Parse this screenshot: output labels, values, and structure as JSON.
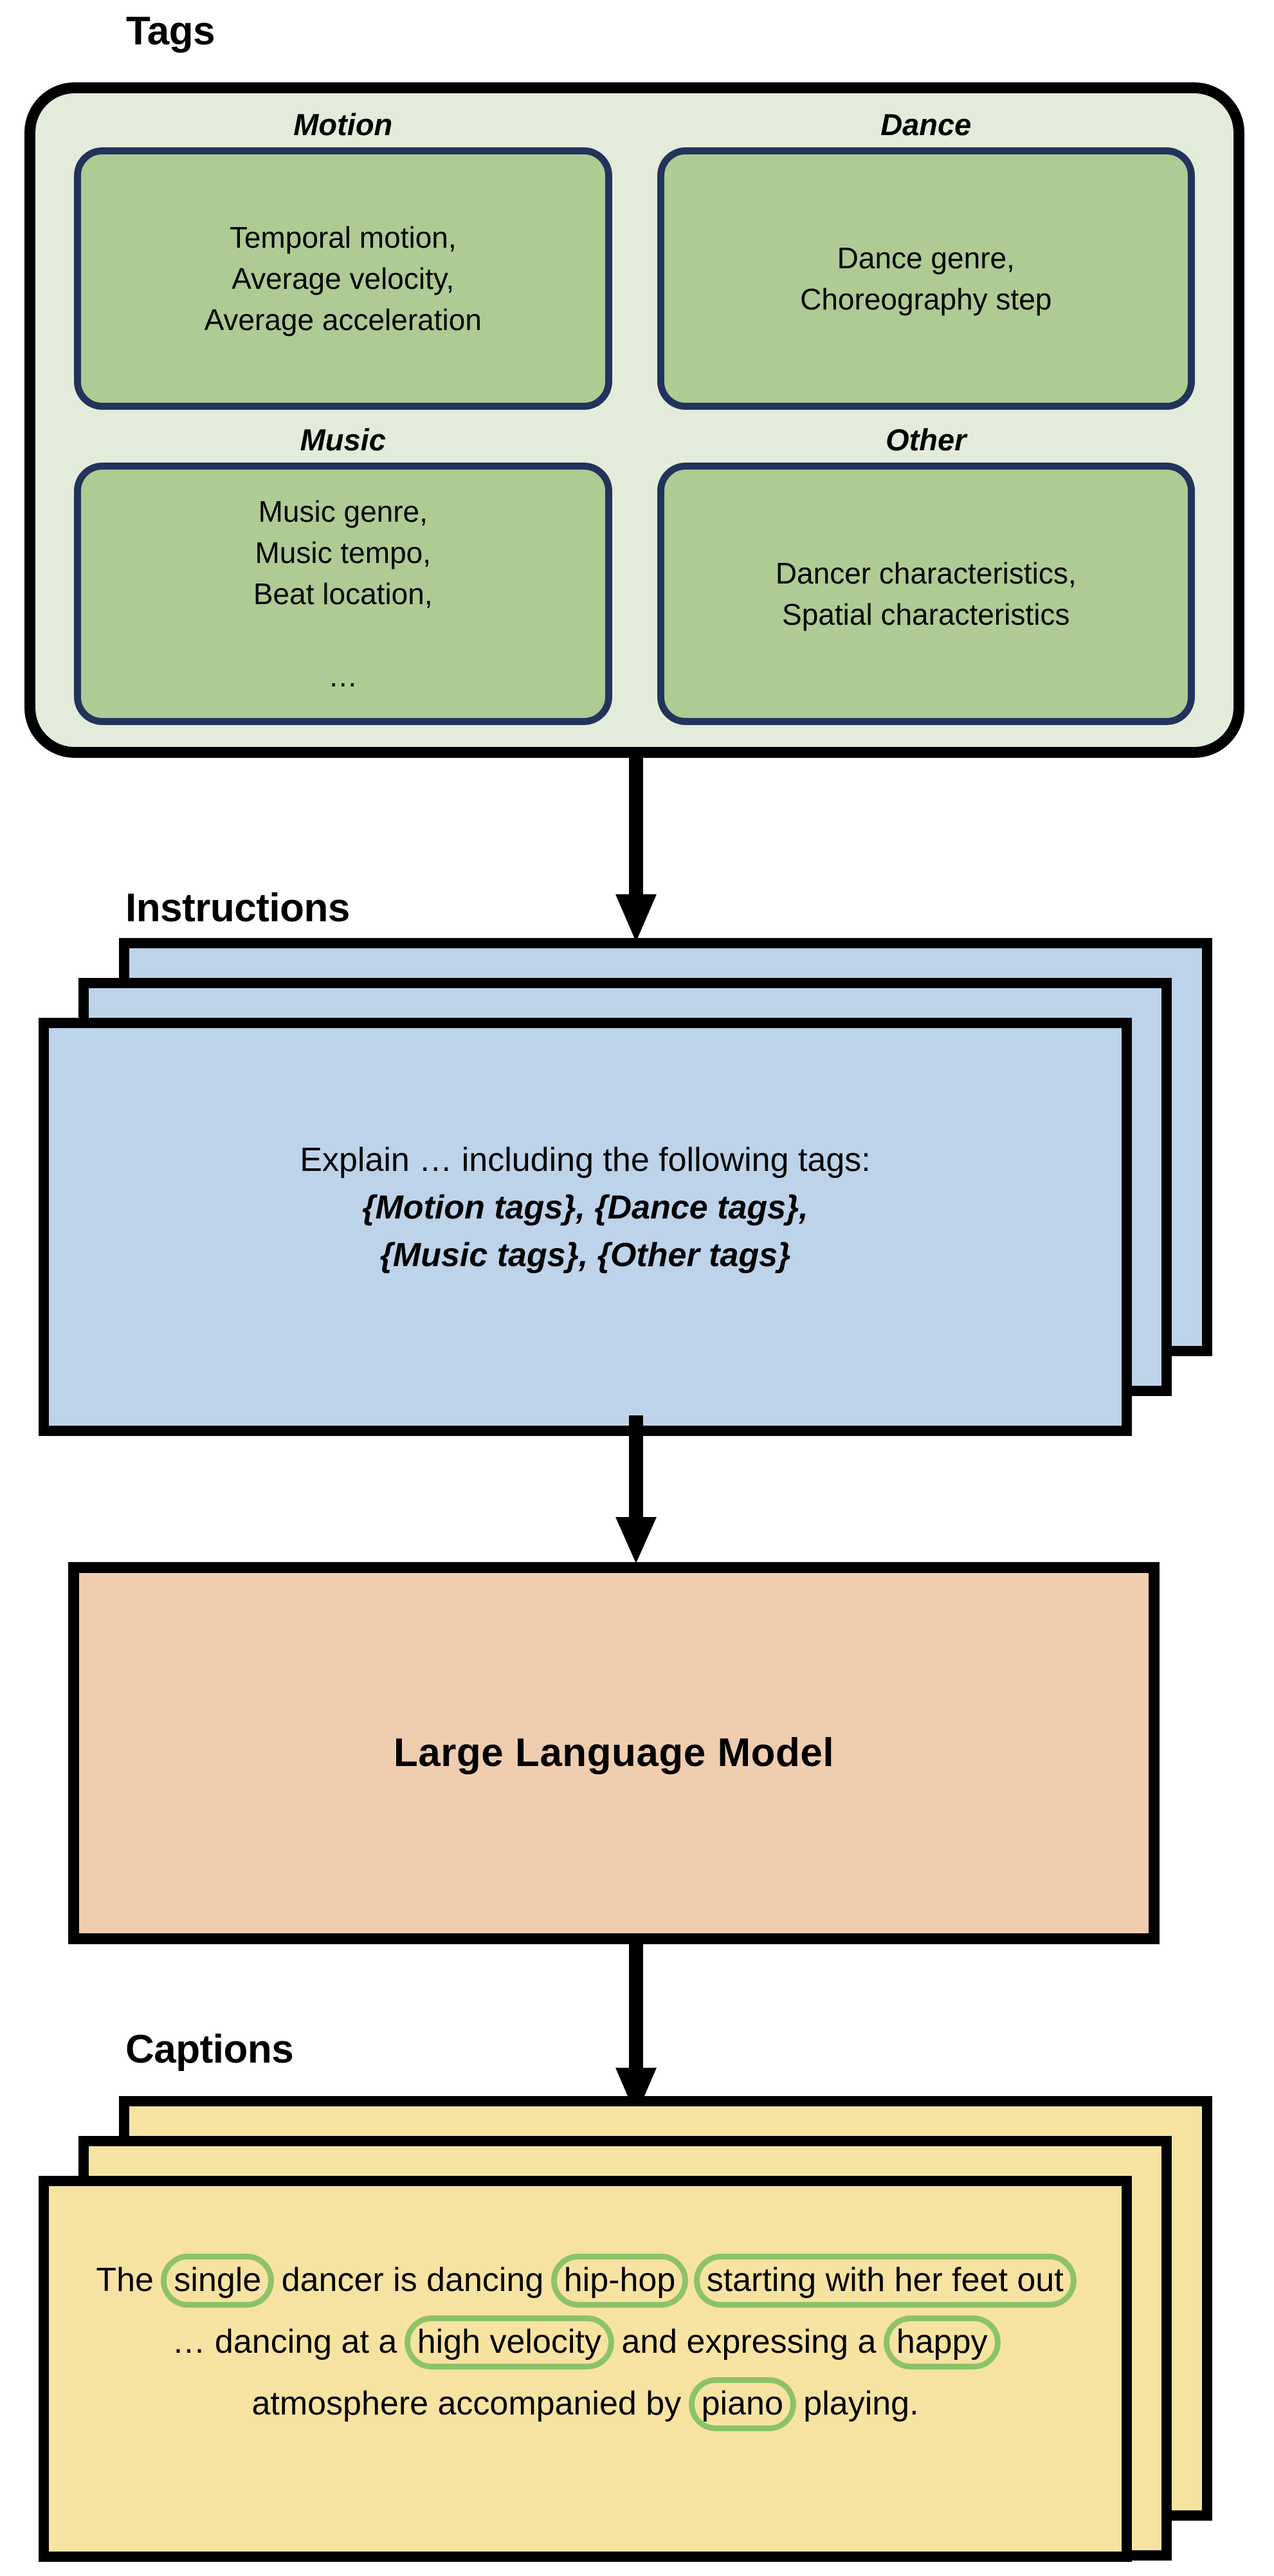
{
  "sections": {
    "tags": {
      "label": "Tags",
      "groups": [
        {
          "title": "Motion",
          "items_text": "Temporal motion,\nAverage velocity,\nAverage acceleration"
        },
        {
          "title": "Dance",
          "items_text": "Dance genre,\nChoreography step"
        },
        {
          "title": "Music",
          "items_text": "Music genre,\nMusic tempo,\nBeat location,\n\n…"
        },
        {
          "title": "Other",
          "items_text": "Dancer characteristics,\nSpatial characteristics"
        }
      ]
    },
    "instructions": {
      "label": "Instructions",
      "line1": "Explain … including the following tags:",
      "line2": "{Motion tags}, {Dance tags},",
      "line3": "{Music tags}, {Other tags}"
    },
    "model": {
      "label": "Large Language Model"
    },
    "captions": {
      "label": "Captions",
      "text_runs": [
        {
          "text": "The ",
          "highlight": false
        },
        {
          "text": "single",
          "highlight": true
        },
        {
          "text": " dancer is dancing ",
          "highlight": false
        },
        {
          "text": "hip-hop",
          "highlight": true
        },
        {
          "text": " ",
          "highlight": false
        },
        {
          "text": "starting with her feet out",
          "highlight": true
        },
        {
          "text": " … dancing at a ",
          "highlight": false
        },
        {
          "text": "high velocity",
          "highlight": true
        },
        {
          "text": " and expressing a ",
          "highlight": false
        },
        {
          "text": "happy",
          "highlight": true
        },
        {
          "text": " atmosphere accompanied by ",
          "highlight": false
        },
        {
          "text": "piano",
          "highlight": true
        },
        {
          "text": " playing.",
          "highlight": false
        }
      ],
      "full_text": "The single dancer is dancing hip-hop starting with her feet out … dancing at a high velocity and expressing a happy atmosphere accompanied by piano playing."
    }
  },
  "arrows": [
    {
      "name": "tags-to-instructions"
    },
    {
      "name": "instructions-to-model"
    },
    {
      "name": "model-to-captions"
    }
  ],
  "colors": {
    "outline": "#000000",
    "tags_container_fill": "#e3ecdb",
    "tag_card_fill": "#aecb94",
    "tag_card_border": "#22335c",
    "instruction_sheet_fill": "#bdd3e9",
    "model_box_fill": "#f0cdaf",
    "caption_sheet_fill": "#f7e3a1",
    "highlight_outline": "#8dc269"
  }
}
